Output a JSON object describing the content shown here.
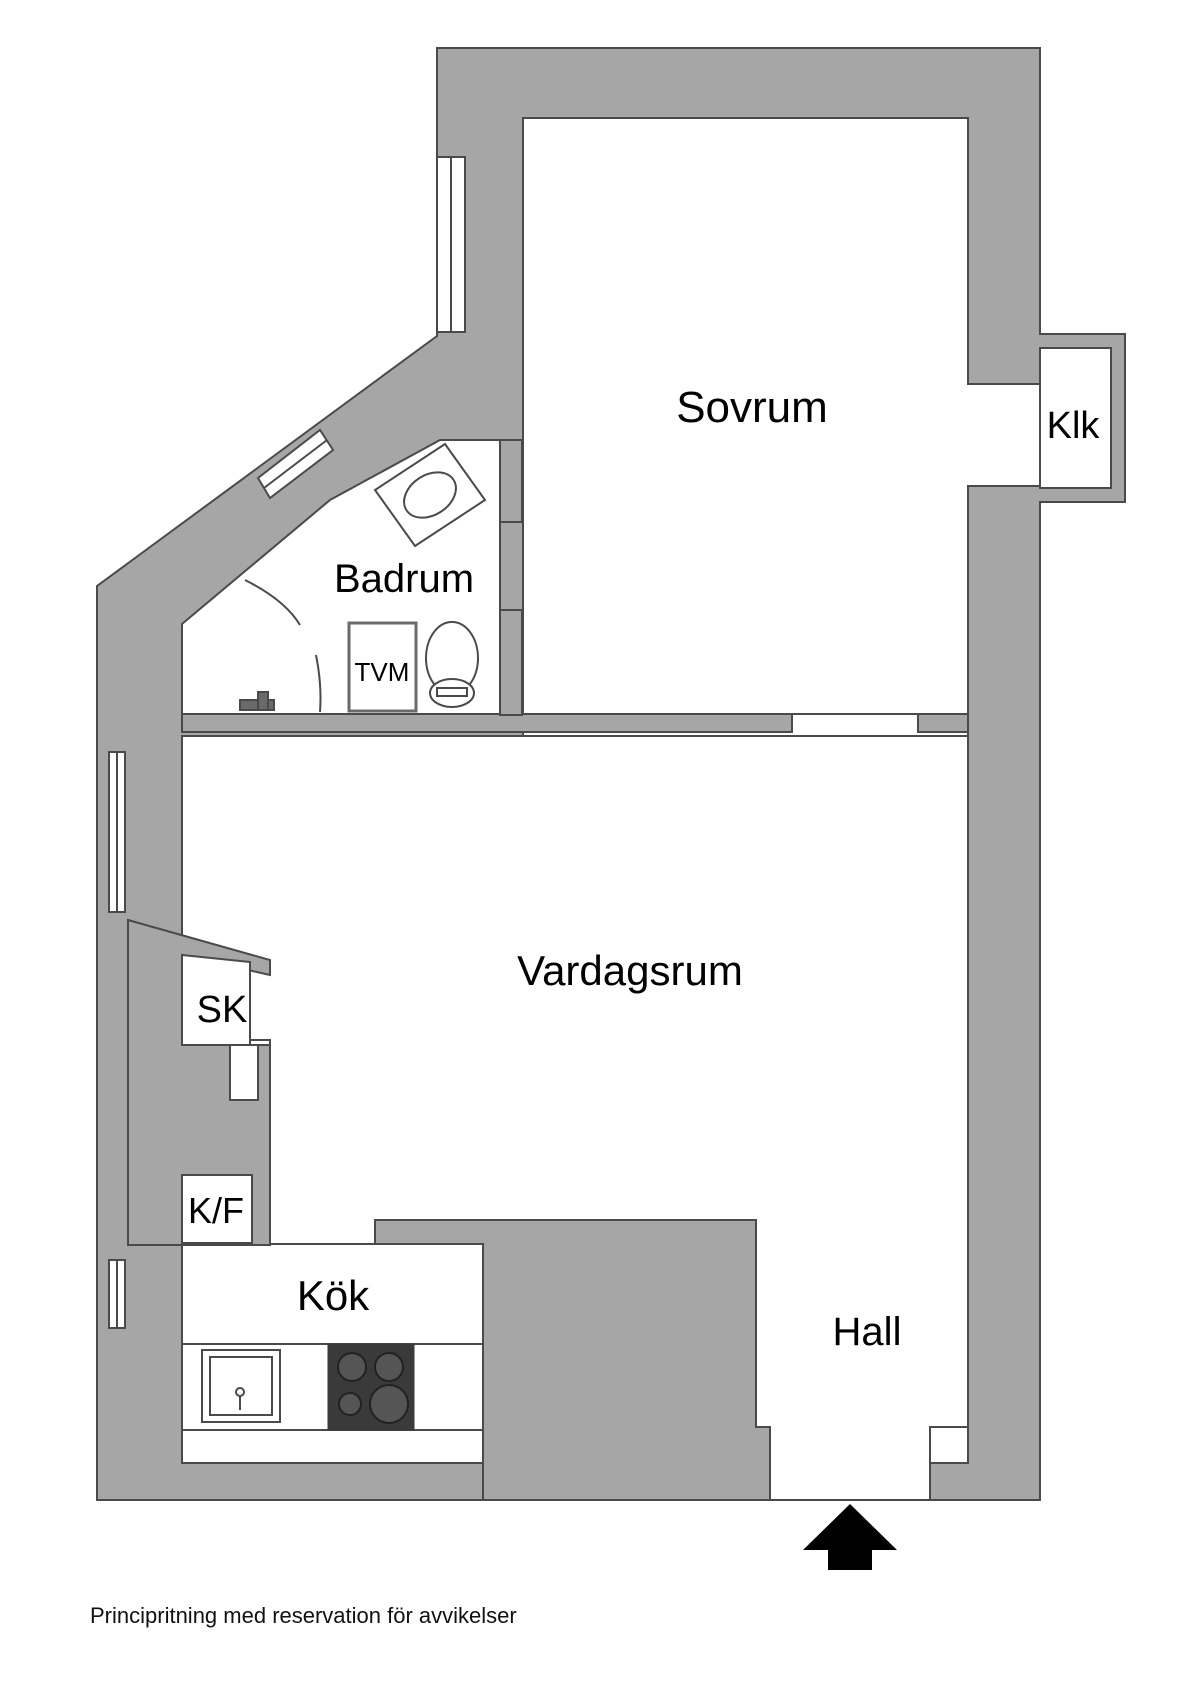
{
  "rooms": {
    "sovrum": "Sovrum",
    "klk": "Klk",
    "badrum": "Badrum",
    "tvm": "TVM",
    "vardagsrum": "Vardagsrum",
    "sk": "SK",
    "kf": "K/F",
    "kok": "Kök",
    "hall": "Hall"
  },
  "footnote": "Principritning med reservation för avvikelser",
  "colors": {
    "wall": "#a6a6a6",
    "line": "#4a4a4a",
    "floor": "#ffffff",
    "stove": "#3a3a3a"
  },
  "icons": {
    "entrance": "entrance-arrow-icon",
    "sink": "sink-icon",
    "toilet": "toilet-icon",
    "stove": "stove-icon",
    "kitchen_sink": "kitchen-sink-icon"
  }
}
